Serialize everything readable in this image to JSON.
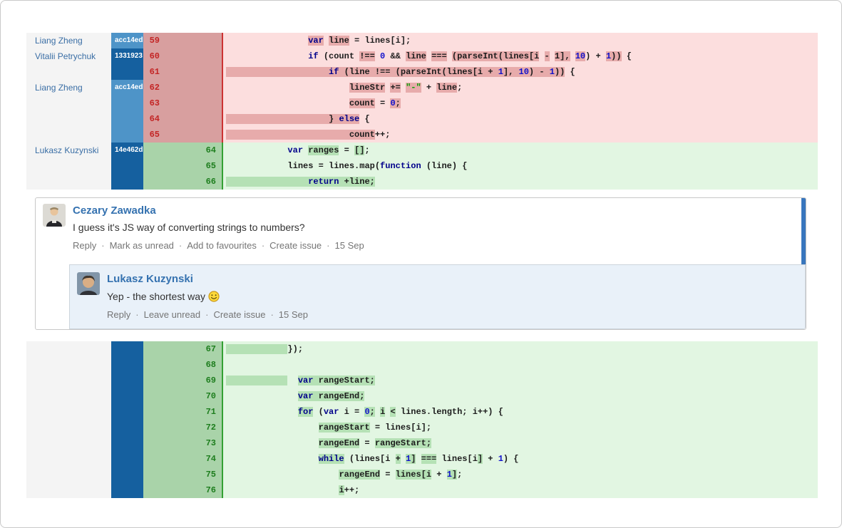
{
  "colors": {
    "removed_row_bg": "#fcdede",
    "removed_chip_bg": "#e7abab",
    "removed_gutter_bg": "#d89f9f",
    "removed_number": "#c32525",
    "added_row_bg": "#e2f6e2",
    "added_chip_bg": "#b5e1b5",
    "added_gutter_bg": "#a9d3a9",
    "added_number": "#1e7e1e",
    "commit_light_blue": "#4e94c8",
    "commit_dark_blue": "#15609f",
    "author_link_blue": "#3a6ea5",
    "comment_name_blue": "#3572b0",
    "unread_bar_blue": "#3876bd",
    "reply_bg": "#e9f1f9",
    "keyword": "#00008b",
    "number_literal": "#1111cc",
    "string_literal": "#00a000"
  },
  "diff_top": {
    "rows": [
      {
        "kind": "removed",
        "author": "Liang Zheng",
        "hash": "acc14ed",
        "shade": "light",
        "old": "59",
        "new": "",
        "code": [
          [
            "                ",
            "p"
          ],
          [
            "var",
            "kh"
          ],
          [
            " ",
            "p"
          ],
          [
            "line",
            "h"
          ],
          [
            " = lines[i];",
            "p"
          ]
        ]
      },
      {
        "kind": "removed",
        "author": "Vitalii Petrychuk",
        "hash": "1331923",
        "shade": "dark",
        "old": "60",
        "new": "",
        "code": [
          [
            "                ",
            "p"
          ],
          [
            "if",
            "k"
          ],
          [
            " (count ",
            "p"
          ],
          [
            "!==",
            "h"
          ],
          [
            " ",
            "p"
          ],
          [
            "0",
            "n"
          ],
          [
            " && ",
            "p"
          ],
          [
            "line",
            "h"
          ],
          [
            " ",
            "p"
          ],
          [
            "===",
            "h"
          ],
          [
            " ",
            "p"
          ],
          [
            "(parseInt(lines[i",
            "h"
          ],
          [
            " ",
            "p"
          ],
          [
            "-",
            "h"
          ],
          [
            " ",
            "p"
          ],
          [
            "1],",
            "h"
          ],
          [
            " ",
            "p"
          ],
          [
            "10",
            "nh"
          ],
          [
            ") + ",
            "p"
          ],
          [
            "1",
            "nh"
          ],
          [
            "))",
            "h"
          ],
          [
            " {",
            "p"
          ]
        ]
      },
      {
        "kind": "removed",
        "author": "",
        "hash": "",
        "shade": "dark",
        "old": "61",
        "new": "",
        "code": [
          [
            "                    ",
            "h"
          ],
          [
            "if",
            "kh"
          ],
          [
            " (line ",
            "h"
          ],
          [
            "!==",
            "h"
          ],
          [
            " (parseInt(lines[i + ",
            "h"
          ],
          [
            "1",
            "nh"
          ],
          [
            "], ",
            "h"
          ],
          [
            "10",
            "nh"
          ],
          [
            ") ",
            "h"
          ],
          [
            "-",
            "h"
          ],
          [
            " ",
            "h"
          ],
          [
            "1",
            "nh"
          ],
          [
            "))",
            "h"
          ],
          [
            " {",
            "p"
          ]
        ]
      },
      {
        "kind": "removed",
        "author": "Liang Zheng",
        "hash": "acc14ed",
        "shade": "light",
        "old": "62",
        "new": "",
        "code": [
          [
            "                        ",
            "p"
          ],
          [
            "lineStr",
            "h"
          ],
          [
            " ",
            "p"
          ],
          [
            "+=",
            "h"
          ],
          [
            " ",
            "p"
          ],
          [
            "\"-\"",
            "sh"
          ],
          [
            " + ",
            "p"
          ],
          [
            "line",
            "h"
          ],
          [
            ";",
            "p"
          ]
        ]
      },
      {
        "kind": "removed",
        "author": "",
        "hash": "",
        "shade": "light",
        "old": "63",
        "new": "",
        "code": [
          [
            "                        ",
            "p"
          ],
          [
            "count",
            "h"
          ],
          [
            " = ",
            "p"
          ],
          [
            "0",
            "nh"
          ],
          [
            ";",
            "h"
          ]
        ]
      },
      {
        "kind": "removed",
        "author": "",
        "hash": "",
        "shade": "light",
        "old": "64",
        "new": "",
        "code": [
          [
            "                    ",
            "h"
          ],
          [
            "} ",
            "h"
          ],
          [
            "else",
            "kh"
          ],
          [
            " {",
            "p"
          ]
        ]
      },
      {
        "kind": "removed",
        "author": "",
        "hash": "",
        "shade": "light",
        "old": "65",
        "new": "",
        "code": [
          [
            "                        ",
            "h"
          ],
          [
            "count",
            "h"
          ],
          [
            "++;",
            "p"
          ]
        ]
      },
      {
        "kind": "added",
        "author": "Lukasz Kuzynski",
        "hash": "14e462d",
        "shade": "dark",
        "old": "",
        "new": "64",
        "code": [
          [
            "            ",
            "p"
          ],
          [
            "var",
            "k"
          ],
          [
            " ",
            "p"
          ],
          [
            "ranges",
            "h"
          ],
          [
            " = ",
            "p"
          ],
          [
            "[]",
            "h"
          ],
          [
            ";",
            "p"
          ]
        ]
      },
      {
        "kind": "added",
        "author": "",
        "hash": "",
        "shade": "dark",
        "old": "",
        "new": "65",
        "code": [
          [
            "            ",
            "p"
          ],
          [
            "lines = lines.map(",
            "p"
          ],
          [
            "function",
            "k"
          ],
          [
            " (line) {",
            "p"
          ]
        ]
      },
      {
        "kind": "added",
        "author": "",
        "hash": "",
        "shade": "dark",
        "old": "",
        "new": "66",
        "code": [
          [
            "                ",
            "h"
          ],
          [
            "return",
            "kh"
          ],
          [
            " +line;",
            "h"
          ]
        ]
      }
    ]
  },
  "diff_bottom": {
    "rows": [
      {
        "kind": "added",
        "author": "",
        "hash": "",
        "shade": "dark",
        "old": "",
        "new": "67",
        "code": [
          [
            "            ",
            "h"
          ],
          [
            "});",
            "p"
          ]
        ]
      },
      {
        "kind": "added",
        "author": "",
        "hash": "",
        "shade": "dark",
        "old": "",
        "new": "68",
        "code": []
      },
      {
        "kind": "added",
        "author": "",
        "hash": "",
        "shade": "dark",
        "old": "",
        "new": "69",
        "code": [
          [
            "            ",
            "h"
          ],
          [
            "  ",
            "p"
          ],
          [
            "var",
            "kh"
          ],
          [
            " rangeStart;",
            "h"
          ]
        ]
      },
      {
        "kind": "added",
        "author": "",
        "hash": "",
        "shade": "dark",
        "old": "",
        "new": "70",
        "code": [
          [
            "              ",
            "p"
          ],
          [
            "var",
            "kh"
          ],
          [
            " rangeEnd;",
            "h"
          ]
        ]
      },
      {
        "kind": "added",
        "author": "",
        "hash": "",
        "shade": "dark",
        "old": "",
        "new": "71",
        "code": [
          [
            "              ",
            "p"
          ],
          [
            "for",
            "kh"
          ],
          [
            " (",
            "p"
          ],
          [
            "var",
            "k"
          ],
          [
            " i = ",
            "p"
          ],
          [
            "0",
            "nh"
          ],
          [
            ";",
            "h"
          ],
          [
            " ",
            "p"
          ],
          [
            "i",
            "h"
          ],
          [
            " ",
            "p"
          ],
          [
            "<",
            "h"
          ],
          [
            " lines.length; i++) {",
            "p"
          ]
        ]
      },
      {
        "kind": "added",
        "author": "",
        "hash": "",
        "shade": "dark",
        "old": "",
        "new": "72",
        "code": [
          [
            "                  ",
            "p"
          ],
          [
            "rangeStart",
            "h"
          ],
          [
            " = lines[i];",
            "p"
          ]
        ]
      },
      {
        "kind": "added",
        "author": "",
        "hash": "",
        "shade": "dark",
        "old": "",
        "new": "73",
        "code": [
          [
            "                  ",
            "p"
          ],
          [
            "rangeEnd",
            "h"
          ],
          [
            " = ",
            "p"
          ],
          [
            "rangeStart;",
            "h"
          ]
        ]
      },
      {
        "kind": "added",
        "author": "",
        "hash": "",
        "shade": "dark",
        "old": "",
        "new": "74",
        "code": [
          [
            "                  ",
            "p"
          ],
          [
            "while",
            "kh"
          ],
          [
            " (lines[i ",
            "p"
          ],
          [
            "+",
            "h"
          ],
          [
            " ",
            "p"
          ],
          [
            "1",
            "nh"
          ],
          [
            "]",
            "h"
          ],
          [
            " ",
            "p"
          ],
          [
            "===",
            "h"
          ],
          [
            " lines[i",
            "p"
          ],
          [
            "]",
            "h"
          ],
          [
            " + ",
            "p"
          ],
          [
            "1",
            "n"
          ],
          [
            ") {",
            "p"
          ]
        ]
      },
      {
        "kind": "added",
        "author": "",
        "hash": "",
        "shade": "dark",
        "old": "",
        "new": "75",
        "code": [
          [
            "                      ",
            "p"
          ],
          [
            "rangeEnd",
            "h"
          ],
          [
            " = ",
            "p"
          ],
          [
            "lines[i",
            "h"
          ],
          [
            " + ",
            "p"
          ],
          [
            "1",
            "nh"
          ],
          [
            "]",
            "h"
          ],
          [
            ";",
            "p"
          ]
        ]
      },
      {
        "kind": "added",
        "author": "",
        "hash": "",
        "shade": "dark",
        "old": "",
        "new": "76",
        "code": [
          [
            "                      ",
            "p"
          ],
          [
            "i",
            "h"
          ],
          [
            "++;",
            "p"
          ]
        ]
      }
    ]
  },
  "comments": {
    "main": {
      "author": "Cezary Zawadka",
      "body": "I guess it's JS way of converting strings to numbers?",
      "actions": [
        "Reply",
        "Mark as unread",
        "Add to favourites",
        "Create issue"
      ],
      "date": "15 Sep"
    },
    "reply": {
      "author": "Lukasz Kuzynski",
      "body": "Yep - the shortest way",
      "emoticon": "smiley",
      "actions": [
        "Reply",
        "Leave unread",
        "Create issue"
      ],
      "date": "15 Sep"
    }
  }
}
